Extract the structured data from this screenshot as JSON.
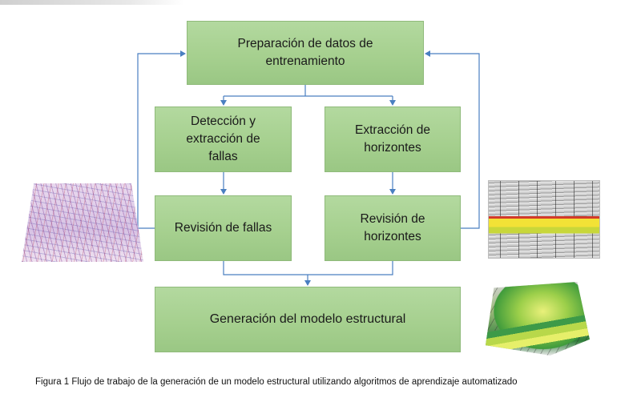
{
  "boxes": {
    "prep": "Preparación de datos de\nentrenamiento",
    "fault_detection": "Detección y\nextracción de\nfallas",
    "horizon_extraction": "Extracción de\nhorizontes",
    "fault_review": "Revisión de fallas",
    "horizon_review": "Revisión de\nhorizontes",
    "model": "Generación del modelo estructural"
  },
  "caption": "Figura 1 Flujo de trabajo de la generación de un modelo estructural utilizando algoritmos de aprendizaje automatizado",
  "colors": {
    "box_fill": "#a6d08f",
    "box_border": "#8fba7a",
    "arrow": "#4a7fc1"
  }
}
